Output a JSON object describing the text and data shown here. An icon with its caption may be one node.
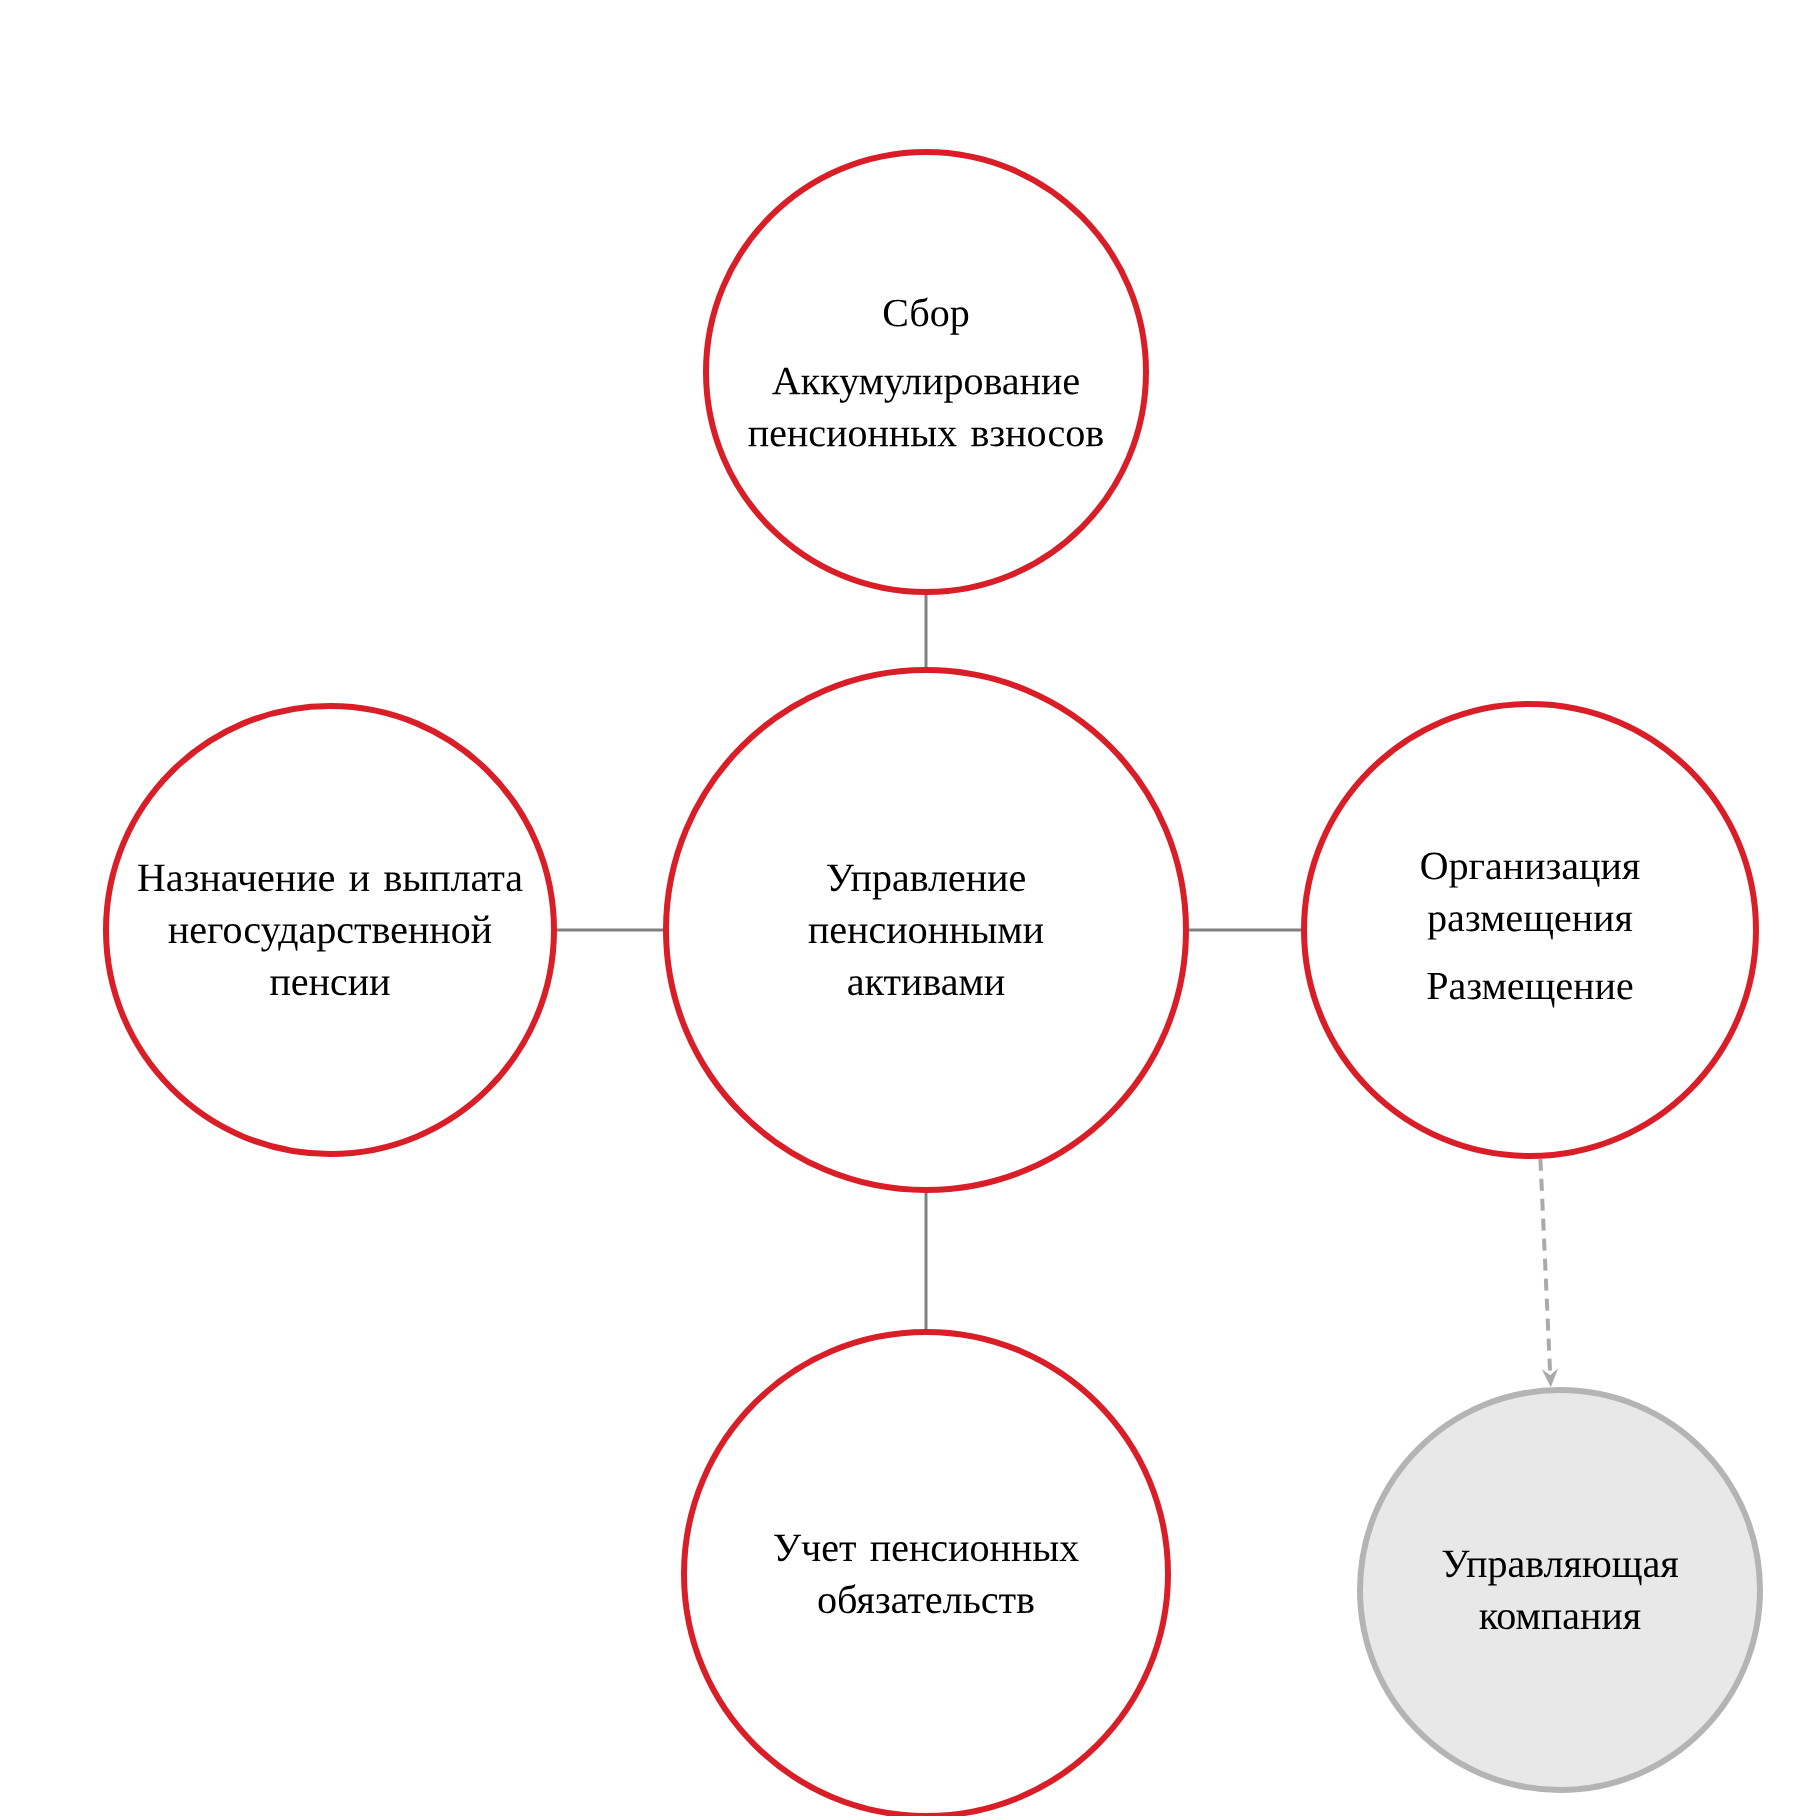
{
  "diagram": {
    "nodes": [
      {
        "text": [
          "Сбор",
          "Аккумулирование пенсионных взносов"
        ]
      },
      {
        "text": [
          "Назначение и выплата негосударственной пенсии"
        ]
      },
      {
        "text": [
          "Управление пенсионными активами"
        ]
      },
      {
        "text": [
          "Организация размещения",
          "Размещение"
        ]
      },
      {
        "text": [
          "Учет пенсионных обязательств"
        ]
      },
      {
        "text": [
          "Управляющая компания"
        ]
      }
    ],
    "edges": [
      {
        "from": 2,
        "to": 0,
        "arrow": "none"
      },
      {
        "from": 2,
        "to": 1,
        "arrow": "none"
      },
      {
        "from": 2,
        "to": 3,
        "arrow": "none"
      },
      {
        "from": 2,
        "to": 4,
        "arrow": "none"
      },
      {
        "from": 3,
        "to": 5,
        "arrow": "to",
        "style": "dashed",
        "color": "#aaaaaa"
      }
    ]
  }
}
